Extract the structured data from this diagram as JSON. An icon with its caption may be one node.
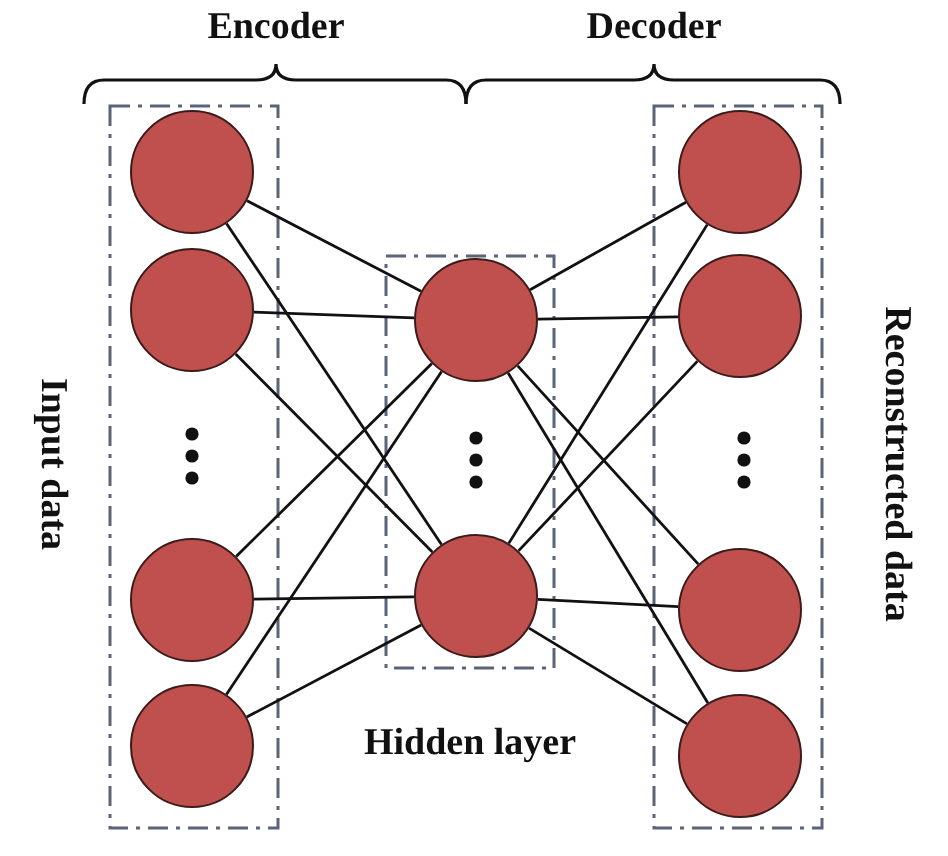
{
  "diagram": {
    "nodes": [
      {
        "text": [
          "Input data"
        ]
      },
      {
        "text": [],
        "shape": "circle",
        "in": 0
      },
      {
        "text": [],
        "shape": "circle",
        "in": 0
      },
      {
        "text": [],
        "shape": "circle",
        "in": 0
      },
      {
        "text": [],
        "shape": "circle",
        "in": 0
      },
      {
        "text": [
          "Hidden layer"
        ]
      },
      {
        "text": [],
        "shape": "circle",
        "in": 5
      },
      {
        "text": [],
        "shape": "circle",
        "in": 5
      },
      {
        "text": [
          "Reconstructed data"
        ]
      },
      {
        "text": [],
        "shape": "circle",
        "in": 8
      },
      {
        "text": [],
        "shape": "circle",
        "in": 8
      },
      {
        "text": [],
        "shape": "circle",
        "in": 8
      },
      {
        "text": [],
        "shape": "circle",
        "in": 8
      }
    ],
    "edges": [
      {
        "from": 1,
        "to": 6,
        "arrow": "none"
      },
      {
        "from": 1,
        "to": 7,
        "arrow": "none"
      },
      {
        "from": 2,
        "to": 6,
        "arrow": "none"
      },
      {
        "from": 2,
        "to": 7,
        "arrow": "none"
      },
      {
        "from": 3,
        "to": 6,
        "arrow": "none"
      },
      {
        "from": 3,
        "to": 7,
        "arrow": "none"
      },
      {
        "from": 4,
        "to": 6,
        "arrow": "none"
      },
      {
        "from": 4,
        "to": 7,
        "arrow": "none"
      },
      {
        "from": 6,
        "to": 9,
        "arrow": "none"
      },
      {
        "from": 6,
        "to": 10,
        "arrow": "none"
      },
      {
        "from": 6,
        "to": 11,
        "arrow": "none"
      },
      {
        "from": 6,
        "to": 12,
        "arrow": "none"
      },
      {
        "from": 7,
        "to": 9,
        "arrow": "none"
      },
      {
        "from": 7,
        "to": 10,
        "arrow": "none"
      },
      {
        "from": 7,
        "to": 11,
        "arrow": "none"
      },
      {
        "from": 7,
        "to": 12,
        "arrow": "none"
      }
    ],
    "labels": [
      "Encoder",
      "Decoder"
    ]
  }
}
